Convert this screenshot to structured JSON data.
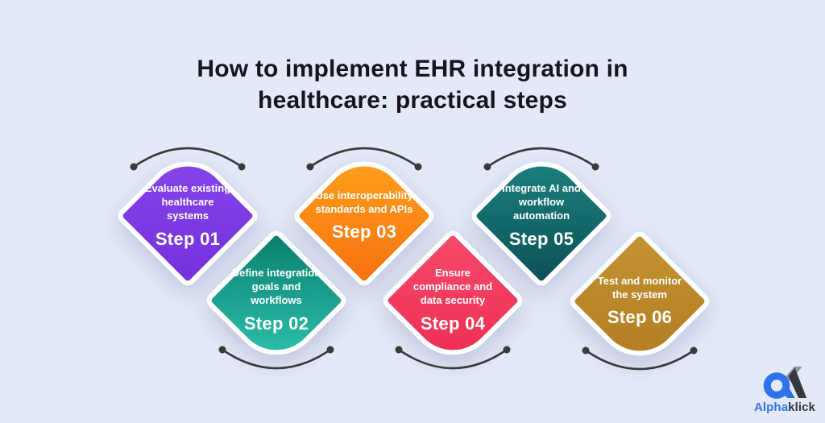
{
  "title": "How to implement EHR integration in healthcare: practical steps",
  "steps": [
    {
      "label": "Step 01",
      "description": "Evaluate existing healthcare systems",
      "color_top": "#8746EC",
      "color_bottom": "#7530DC"
    },
    {
      "label": "Step 02",
      "description": "Define integration goals and workflows",
      "color_top": "#0A8070",
      "color_bottom": "#2FC5AF"
    },
    {
      "label": "Step 03",
      "description": "Use interoperability standards and APIs",
      "color_top": "#FFA41B",
      "color_bottom": "#F8700F"
    },
    {
      "label": "Step 04",
      "description": "Ensure compliance and data security",
      "color_top": "#F64A6B",
      "color_bottom": "#EE2C50"
    },
    {
      "label": "Step 05",
      "description": "Integrate AI and workflow automation",
      "color_top": "#1D8581",
      "color_bottom": "#0C5155"
    },
    {
      "label": "Step 06",
      "description": "Test and monitor the system",
      "color_top": "#C4922F",
      "color_bottom": "#B07C22"
    }
  ],
  "logo": {
    "text_primary": "Alpha",
    "text_secondary": "klick",
    "blue": "#2E74E8",
    "dark": "#35383D",
    "gray": "#8E949E"
  },
  "colors": {
    "background": "#E4E9F8",
    "title_text": "#15151F",
    "arc": "#3A3A3A",
    "diamond_border": "#FFFFFF",
    "step_text": "#FFFFFF"
  }
}
